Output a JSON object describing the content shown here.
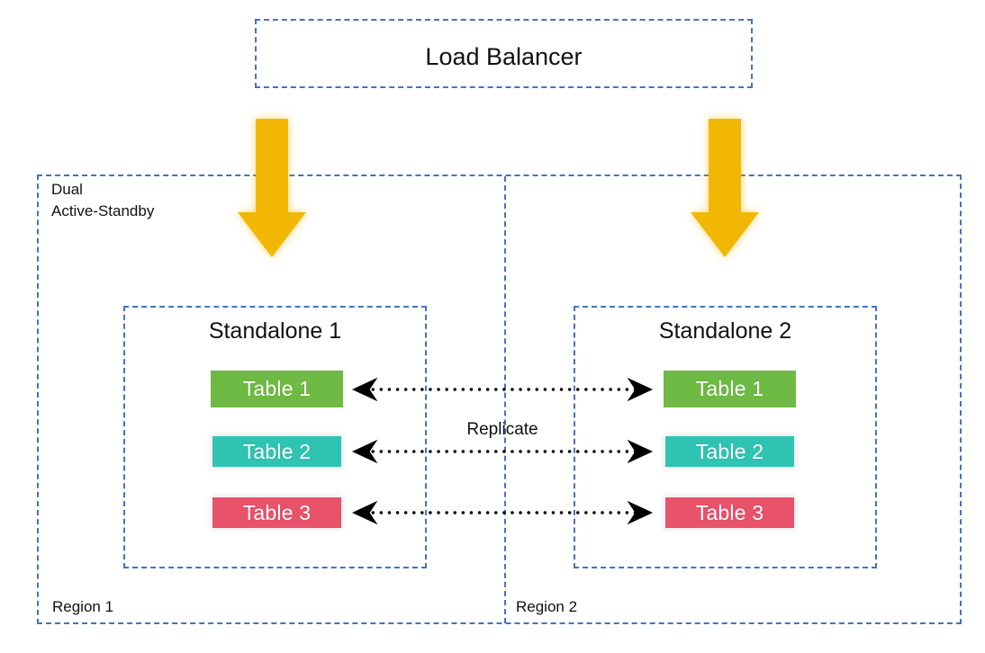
{
  "diagram": {
    "title": "Dual Active-Standby",
    "load_balancer": {
      "label": "Load Balancer"
    },
    "cluster_label": {
      "line1": "Dual",
      "line2": "Active-Standby"
    },
    "regions": [
      {
        "name": "Region 1",
        "standalone_title": "Standalone 1"
      },
      {
        "name": "Region 2",
        "standalone_title": "Standalone 2"
      }
    ],
    "tables": [
      {
        "label": "Table 1",
        "color": "#6FBA44"
      },
      {
        "label": "Table 2",
        "color": "#2FC4B2"
      },
      {
        "label": "Table 3",
        "color": "#E8526A"
      }
    ],
    "replication": {
      "label": "Replicate",
      "direction": "bidirectional"
    },
    "arrows": {
      "traffic_arrow_color": "#F2B705",
      "traffic_arrow_left_name": "traffic-to-region-1",
      "traffic_arrow_right_name": "traffic-to-region-2"
    },
    "colors": {
      "dashed_border": "#4472C4",
      "background": "#FFFFFF",
      "text": "#111111"
    }
  }
}
